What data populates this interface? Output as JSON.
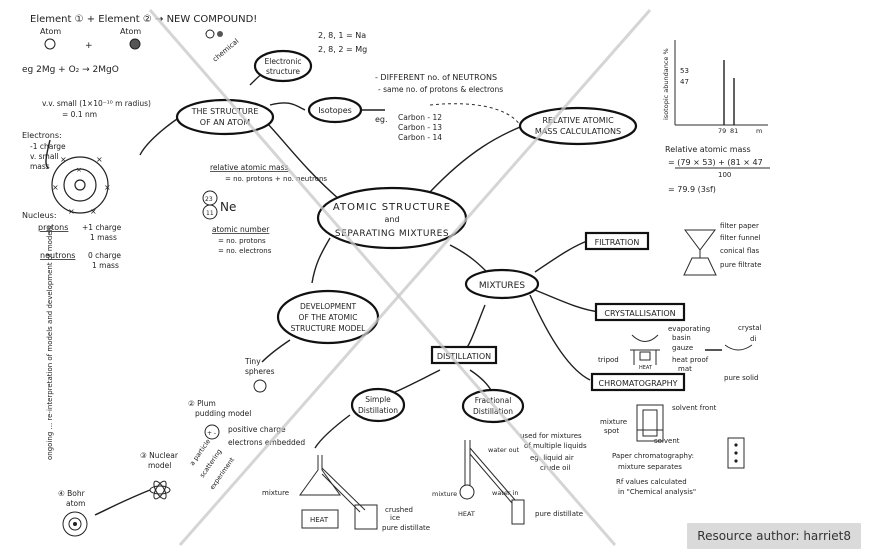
{
  "credit": "Resource author: harriet8",
  "colors": {
    "ink": "#1f1f1f",
    "paper": "#ffffff",
    "watermark": "#c8c8c8",
    "credit_bg": "#d7d7d7"
  },
  "central": {
    "line1": "ATOMIC STRUCTURE",
    "line2": "and",
    "line3": "SEPARATING MIXTURES"
  },
  "structure": {
    "title1": "THE STRUCTURE",
    "title2": "OF AN ATOM",
    "elements_line": "Element ① + Element ② → NEW COMPOUND!",
    "atom_label1": "Atom",
    "atom_label2": "Atom",
    "equation": "eg 2Mg + O₂ → 2MgO",
    "chemical_label": "chemical",
    "size_line1": "v.v. small (1×10⁻¹⁰ m radius)",
    "size_line2": "= 0.1 nm",
    "electrons_title": "Electrons:",
    "electrons_text": [
      "-1 charge",
      "v. small",
      "mass"
    ],
    "nucleus_title": "Nucleus:",
    "protons_label": "protons",
    "protons_text": [
      "+1 charge",
      "1 mass"
    ],
    "neutrons_label": "neutrons",
    "neutrons_text": [
      "0 charge",
      "1 mass"
    ]
  },
  "electronic": {
    "title1": "Electronic",
    "title2": "structure",
    "config1": "2, 8, 1 = Na",
    "config2": "2, 8, 2 = Mg"
  },
  "isotopes": {
    "title": "Isotopes",
    "note1": "- DIFFERENT no. of NEUTRONS",
    "note2": "- same no. of protons & electrons",
    "eg": "eg.",
    "examples": [
      "Carbon - 12",
      "Carbon - 13",
      "Carbon - 14"
    ]
  },
  "relative": {
    "title1": "RELATIVE ATOMIC",
    "title2": "MASS CALCULATIONS",
    "graph_ylabel": "isotopic abundance %",
    "tick_53": "53",
    "tick_47": "47",
    "tick_79": "79",
    "tick_81": "81",
    "tick_m": "m",
    "calc_title": "Relative atomic mass",
    "calc_line1": "= (79 × 53) + (81 × 47",
    "calc_div": "100",
    "calc_result": "= 79.9 (3sf)"
  },
  "mass_numbers": {
    "relative_title": "relative atomic mass",
    "relative_text": "= no. protons + no. neutrons",
    "mass_num": "23",
    "atomic_num": "11",
    "symbol": "Ne",
    "atomic_title": "atomic number",
    "atomic_text": [
      "= no. protons",
      "= no. electrons"
    ]
  },
  "development": {
    "title1": "DEVELOPMENT",
    "title2": "OF THE ATOMIC",
    "title3": "STRUCTURE MODEL",
    "item1": "① Tiny spheres",
    "item1a": "Tiny",
    "item1b": "spheres",
    "item2a": "② Plum",
    "item2b": "pudding model",
    "plum_note1": "positive charge",
    "plum_note2": "electrons embedded",
    "item3a": "③ Nuclear",
    "item3b": "model",
    "item3_note1": "a particle",
    "item3_note2": "scattering",
    "item3_note3": "experiment",
    "item4a": "④ Bohr",
    "item4b": "atom",
    "side_text": "ongoing ... re-interpretation of models and development of models"
  },
  "mixtures": {
    "title": "MIXTURES"
  },
  "filtration": {
    "title": "FILTRATION",
    "labels": [
      "filter paper",
      "filter funnel",
      "conical flas",
      "pure filtrate"
    ]
  },
  "crystallisation": {
    "title": "CRYSTALLISATION",
    "labels": [
      "evaporating",
      "basin",
      "gauze",
      "heat proof",
      "mat",
      "tripod",
      "HEAT",
      "crystal",
      "di",
      "pure solid"
    ]
  },
  "chromatography": {
    "title": "CHROMATOGRAPHY",
    "labels": [
      "solvent front",
      "mixture",
      "spot",
      "solvent"
    ],
    "note1": "Paper chromatography:",
    "note2": "mixture separates",
    "note3": "Rf values calculated",
    "note4": "in \"Chemical analysis\""
  },
  "distillation": {
    "title": "DISTILLATION",
    "simple1": "Simple",
    "simple2": "Distillation",
    "fractional1": "Fractional",
    "fractional2": "Distillation",
    "simple_labels": [
      "mixture",
      "HEAT",
      "crushed",
      "ice",
      "pure distillate"
    ],
    "fractional_note": [
      "used for mixtures",
      "of multiple liquids",
      "eg. liquid air",
      "crude oil"
    ],
    "fractional_labels": [
      "water out",
      "mixture",
      "HEAT",
      "water in",
      "pure distillate"
    ]
  }
}
